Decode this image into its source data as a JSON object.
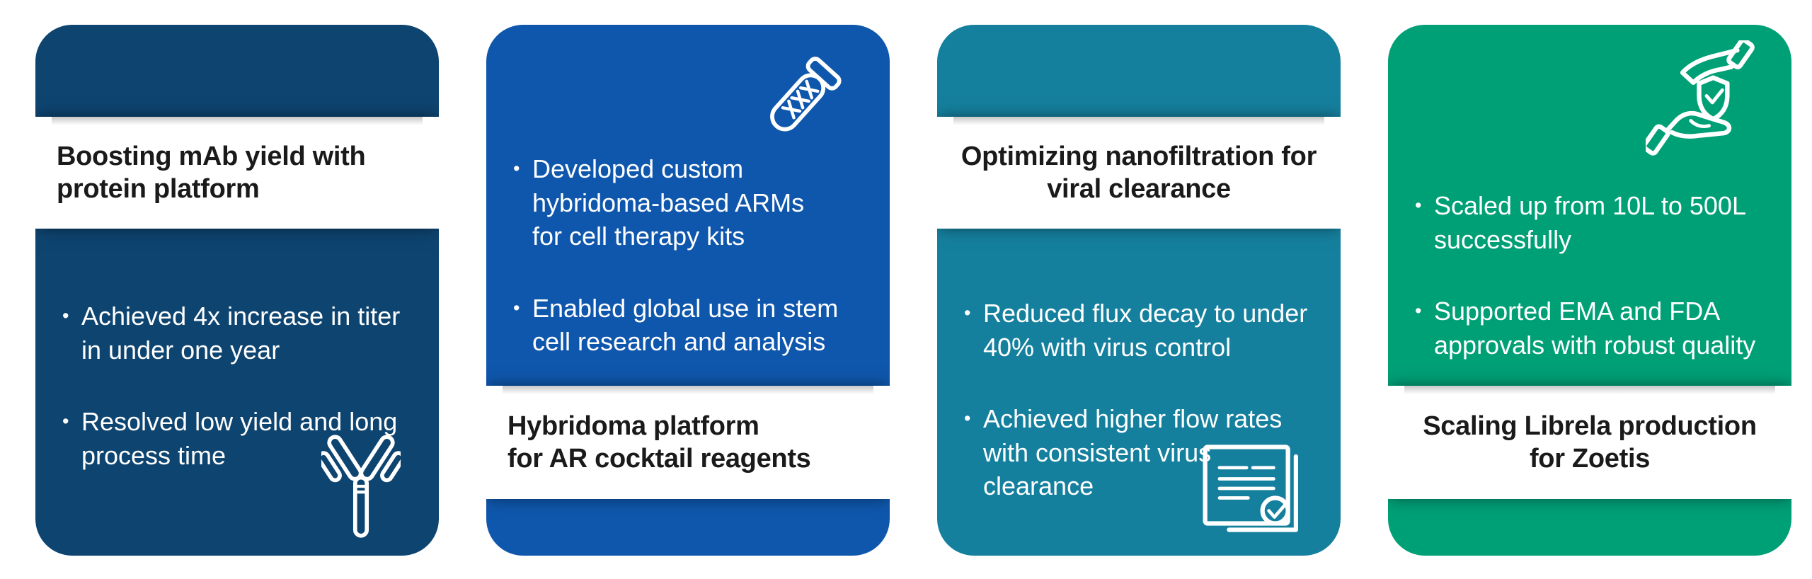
{
  "page": {
    "background": "#ffffff",
    "text_color_titles": "#1a1a1a",
    "text_color_bullets": "#ffffff"
  },
  "bullet_char": "•",
  "cards": [
    {
      "title": "Boosting mAb yield with\nprotein platform",
      "accent_color": "#0e4470",
      "icon": "antibody-icon",
      "bullets": [
        "Achieved 4x increase in titer\nin under one year",
        "Resolved low yield and long\nprocess time"
      ]
    },
    {
      "title": "Hybridoma platform\nfor AR cocktail reagents",
      "accent_color": "#0f57ac",
      "icon": "dna-test-tube-icon",
      "bullets": [
        "Developed custom\nhybridoma-based ARMs\nfor cell therapy kits",
        "Enabled global use in stem\ncell research and analysis"
      ]
    },
    {
      "title": "Optimizing nanofiltration for\nviral clearance",
      "accent_color": "#15809e",
      "icon": "certificate-check-icon",
      "bullets": [
        "Reduced flux decay to under\n40% with virus control",
        "Achieved higher flow rates\nwith consistent virus\nclearance"
      ]
    },
    {
      "title": "Scaling Librela production\nfor Zoetis",
      "accent_color": "#00a077",
      "icon": "hands-shield-check-icon",
      "bullets": [
        "Scaled up from 10L to 500L\nsuccessfully",
        "Supported EMA and FDA\napprovals with robust quality"
      ]
    }
  ]
}
